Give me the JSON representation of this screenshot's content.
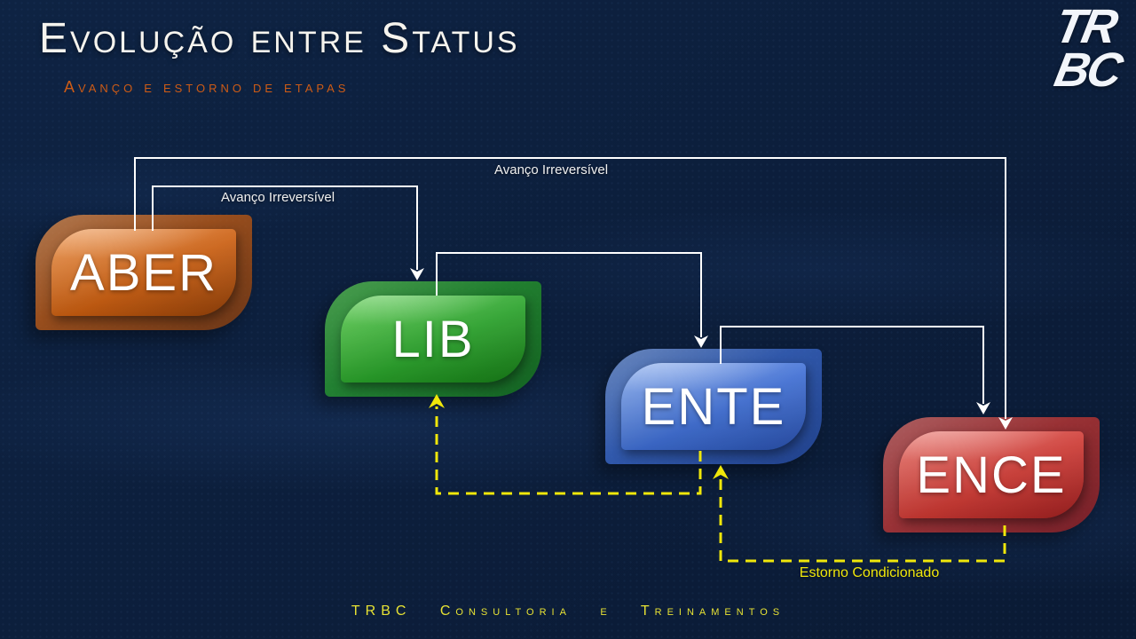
{
  "slide": {
    "title": "Evolução entre Status",
    "subtitle": "Avanço e estorno de etapas",
    "footer": "TRBC Consultoria e Treinamentos",
    "logo": {
      "line1": "TR",
      "line2": "BC"
    }
  },
  "diagram": {
    "nodes": [
      {
        "id": "aber",
        "label": "ABER",
        "color": "orange"
      },
      {
        "id": "lib",
        "label": "LIB",
        "color": "green"
      },
      {
        "id": "ente",
        "label": "ENTE",
        "color": "blue"
      },
      {
        "id": "ence",
        "label": "ENCE",
        "color": "red"
      }
    ],
    "edges": [
      {
        "from": "aber",
        "to": "lib",
        "type": "advance",
        "label": "Avanço Irreversível"
      },
      {
        "from": "aber",
        "to": "ence",
        "type": "advance",
        "label": "Avanço Irreversível"
      },
      {
        "from": "lib",
        "to": "ente",
        "type": "advance",
        "label": ""
      },
      {
        "from": "ente",
        "to": "ence",
        "type": "advance",
        "label": ""
      },
      {
        "from": "ente",
        "to": "lib",
        "type": "reversal",
        "label": ""
      },
      {
        "from": "ence",
        "to": "ente",
        "type": "reversal",
        "label": "Estorno Condicionado"
      }
    ]
  },
  "palette": {
    "background": "#0d2040",
    "arrow_advance": "#ffffff",
    "arrow_reversal": "#f0e70a",
    "title_color": "#f6f4ee",
    "subtitle_color": "#cd5b16",
    "footer_color": "#e7e234",
    "nodes": {
      "orange": {
        "light": "#f09a55",
        "mid": "#cd5f10",
        "dark": "#93410a"
      },
      "green": {
        "light": "#63cf58",
        "mid": "#2aa42b",
        "dark": "#177c17"
      },
      "blue": {
        "light": "#8fb1ef",
        "mid": "#3f6fd6",
        "dark": "#2a51ad"
      },
      "red": {
        "light": "#ea7a72",
        "mid": "#d03a34",
        "dark": "#a02020"
      }
    }
  }
}
